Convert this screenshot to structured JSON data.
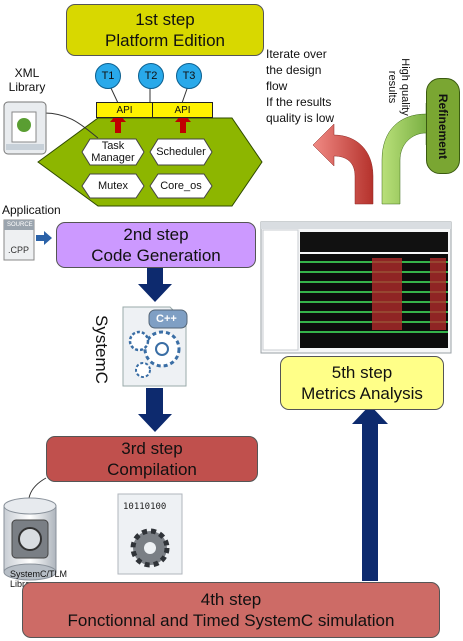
{
  "steps": {
    "step1": {
      "title": "1st step",
      "subtitle": "Platform Edition"
    },
    "step2": {
      "title": "2nd step",
      "subtitle": "Code Generation"
    },
    "step3": {
      "title": "3rd step",
      "subtitle": "Compilation"
    },
    "step4": {
      "title": "4th step",
      "subtitle": "Fonctionnal and Timed SystemC simulation"
    },
    "step5": {
      "title": "5th step",
      "subtitle": "Metrics Analysis"
    }
  },
  "platform": {
    "tasks": [
      "T1",
      "T2",
      "T3"
    ],
    "api_label": "API",
    "components": [
      "Task Manager",
      "Scheduler",
      "Mutex",
      "Core_os"
    ]
  },
  "labels": {
    "xml_library": "XML Library",
    "application": "Application",
    "source_cpp": "SOURCE",
    "cpp_ext": ".CPP",
    "systemc": "SystemC",
    "cpp_badge": "C++",
    "systemc_tlm_library": "SystemC/TLM Library",
    "binary": "10110100",
    "iterate_text": [
      "Iterate over",
      "the design",
      "flow",
      "If the results",
      "quality is low"
    ],
    "high_quality": [
      "High quality",
      "results"
    ],
    "refinement": "Refinement"
  },
  "colors": {
    "step1": "#d8d800",
    "step2": "#cc99ff",
    "step3": "#c0504d",
    "step4": "#cd6b66",
    "step5": "#ffff88",
    "platform": "#8db600",
    "refinement": "#7aa632",
    "arrow_blue": "#0d2a6e"
  }
}
